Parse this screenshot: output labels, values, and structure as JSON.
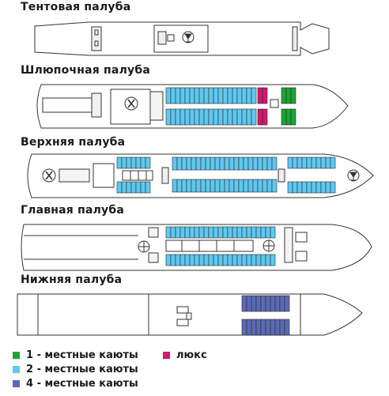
{
  "decks": [
    {
      "id": "tent",
      "title": "Тентовая палуба"
    },
    {
      "id": "boat",
      "title": "Шлюпочная палуба"
    },
    {
      "id": "upper",
      "title": "Верхняя палуба"
    },
    {
      "id": "main",
      "title": "Главная палуба"
    },
    {
      "id": "lower",
      "title": "Нижняя палуба"
    }
  ],
  "legend": [
    {
      "label": "1 - местные каюты",
      "color": "#1aa632"
    },
    {
      "label": "2 - местные каюты",
      "color": "#5ec8f0"
    },
    {
      "label": "4 - местные каюты",
      "color": "#5a6ab4"
    },
    {
      "label": "люкс",
      "color": "#d4186c"
    }
  ],
  "colors": {
    "outline": "#333333",
    "hull_fill": "#ffffff",
    "hull_shade": "#e6e6e6",
    "cabin_2": "#5ec8f0",
    "cabin_1": "#1aa632",
    "cabin_4": "#5a6ab4",
    "lux": "#d4186c"
  },
  "icons": [
    "restaurant-icon",
    "bar-icon"
  ]
}
